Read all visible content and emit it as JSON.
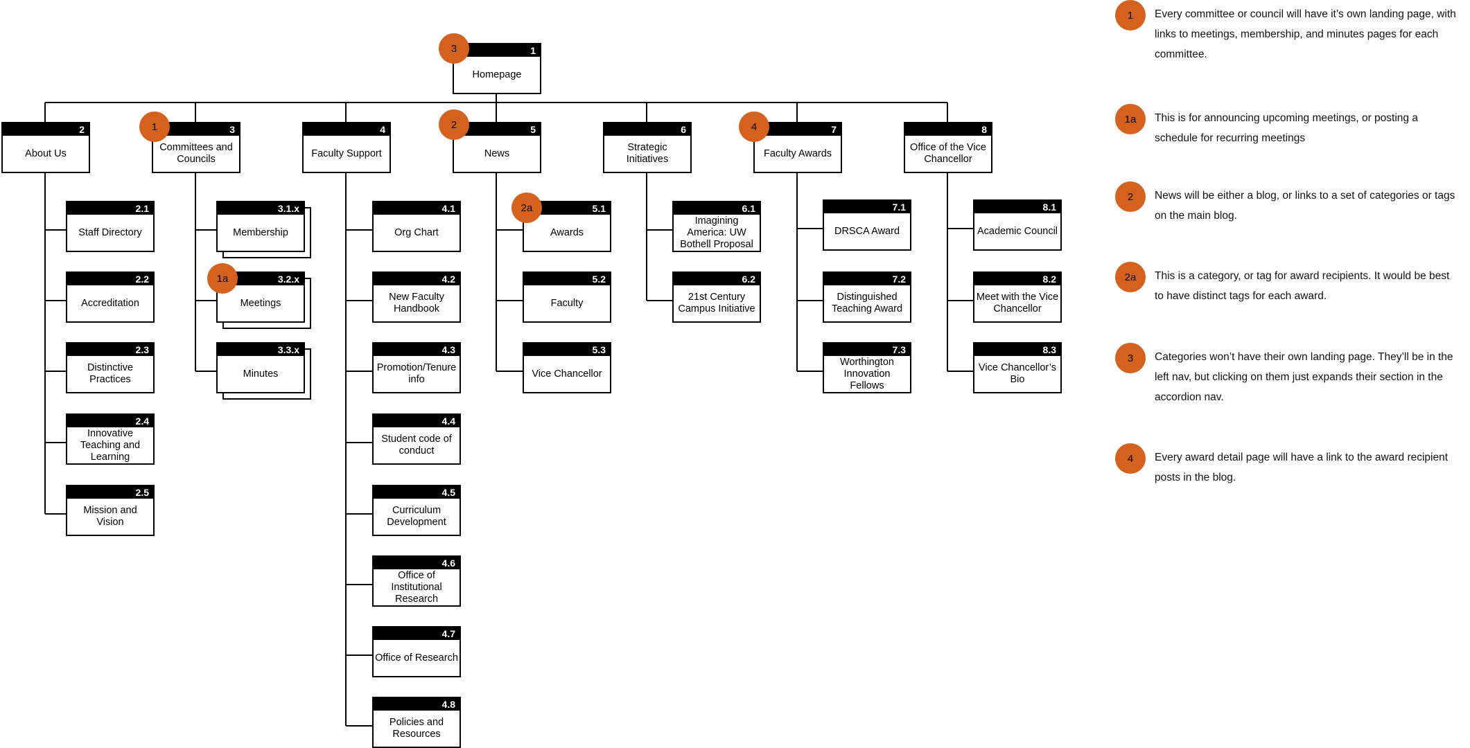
{
  "pages": {
    "home": {
      "num": "1",
      "label": "Homepage"
    },
    "p2": {
      "num": "2",
      "label": "About Us"
    },
    "p3": {
      "num": "3",
      "label": "Committees and Councils"
    },
    "p4": {
      "num": "4",
      "label": "Faculty Support"
    },
    "p5": {
      "num": "5",
      "label": "News"
    },
    "p6": {
      "num": "6",
      "label": "Strategic Initiatives"
    },
    "p7": {
      "num": "7",
      "label": "Faculty Awards"
    },
    "p8": {
      "num": "8",
      "label": "Office of the Vice Chancellor"
    },
    "p2_1": {
      "num": "2.1",
      "label": "Staff Directory"
    },
    "p2_2": {
      "num": "2.2",
      "label": "Accreditation"
    },
    "p2_3": {
      "num": "2.3",
      "label": "Distinctive Practices"
    },
    "p2_4": {
      "num": "2.4",
      "label": "Innovative Teaching and Learning"
    },
    "p2_5": {
      "num": "2.5",
      "label": "Mission and Vision"
    },
    "p3_1": {
      "num": "3.1.x",
      "label": "Membership"
    },
    "p3_2": {
      "num": "3.2.x",
      "label": "Meetings"
    },
    "p3_3": {
      "num": "3.3.x",
      "label": "Minutes"
    },
    "p4_1": {
      "num": "4.1",
      "label": "Org Chart"
    },
    "p4_2": {
      "num": "4.2",
      "label": "New Faculty Handbook"
    },
    "p4_3": {
      "num": "4.3",
      "label": "Promotion/Tenure info"
    },
    "p4_4": {
      "num": "4.4",
      "label": "Student code of conduct"
    },
    "p4_5": {
      "num": "4.5",
      "label": "Curriculum Development"
    },
    "p4_6": {
      "num": "4.6",
      "label": "Office of Institutional Research"
    },
    "p4_7": {
      "num": "4.7",
      "label": "Office of Research"
    },
    "p4_8": {
      "num": "4.8",
      "label": "Policies and Resources"
    },
    "p5_1": {
      "num": "5.1",
      "label": "Awards"
    },
    "p5_2": {
      "num": "5.2",
      "label": "Faculty"
    },
    "p5_3": {
      "num": "5.3",
      "label": "Vice Chancellor"
    },
    "p6_1": {
      "num": "6.1",
      "label": "Imagining America: UW Bothell Proposal"
    },
    "p6_2": {
      "num": "6.2",
      "label": "21st Century Campus Initiative"
    },
    "p7_1": {
      "num": "7.1",
      "label": "DRSCA Award"
    },
    "p7_2": {
      "num": "7.2",
      "label": "Distinguished Teaching Award"
    },
    "p7_3": {
      "num": "7.3",
      "label": "Worthington Innovation Fellows"
    },
    "p8_1": {
      "num": "8.1",
      "label": "Academic Council"
    },
    "p8_2": {
      "num": "8.2",
      "label": "Meet with the Vice Chancellor"
    },
    "p8_3": {
      "num": "8.3",
      "label": "Vice Chancellor’s Bio"
    }
  },
  "badges": {
    "home": "3",
    "p3": "1",
    "p3_2": "1a",
    "p5": "2",
    "p5_1": "2a",
    "p7": "4"
  },
  "notes": [
    {
      "badge": "1",
      "text": "Every committee or council will have it’s own landing page, with links to meetings, membership, and minutes pages for each committee."
    },
    {
      "badge": "1a",
      "text": "This is for announcing upcoming meetings, or posting a schedule for recurring meetings"
    },
    {
      "badge": "2",
      "text": "News will be either a blog, or links to a set of categories or tags on the main blog."
    },
    {
      "badge": "2a",
      "text": "This is a category, or tag  for award recipients. It would be best to have distinct tags for each award."
    },
    {
      "badge": "3",
      "text": "Categories won’t have their own landing page. They’ll be in the left nav, but clicking on them just expands their section in the accordion nav."
    },
    {
      "badge": "4",
      "text": "Every award detail page will have a link to the award recipient posts in the blog."
    }
  ],
  "colors": {
    "badge": "#d5611f",
    "bar": "#000000",
    "line": "#000000"
  }
}
